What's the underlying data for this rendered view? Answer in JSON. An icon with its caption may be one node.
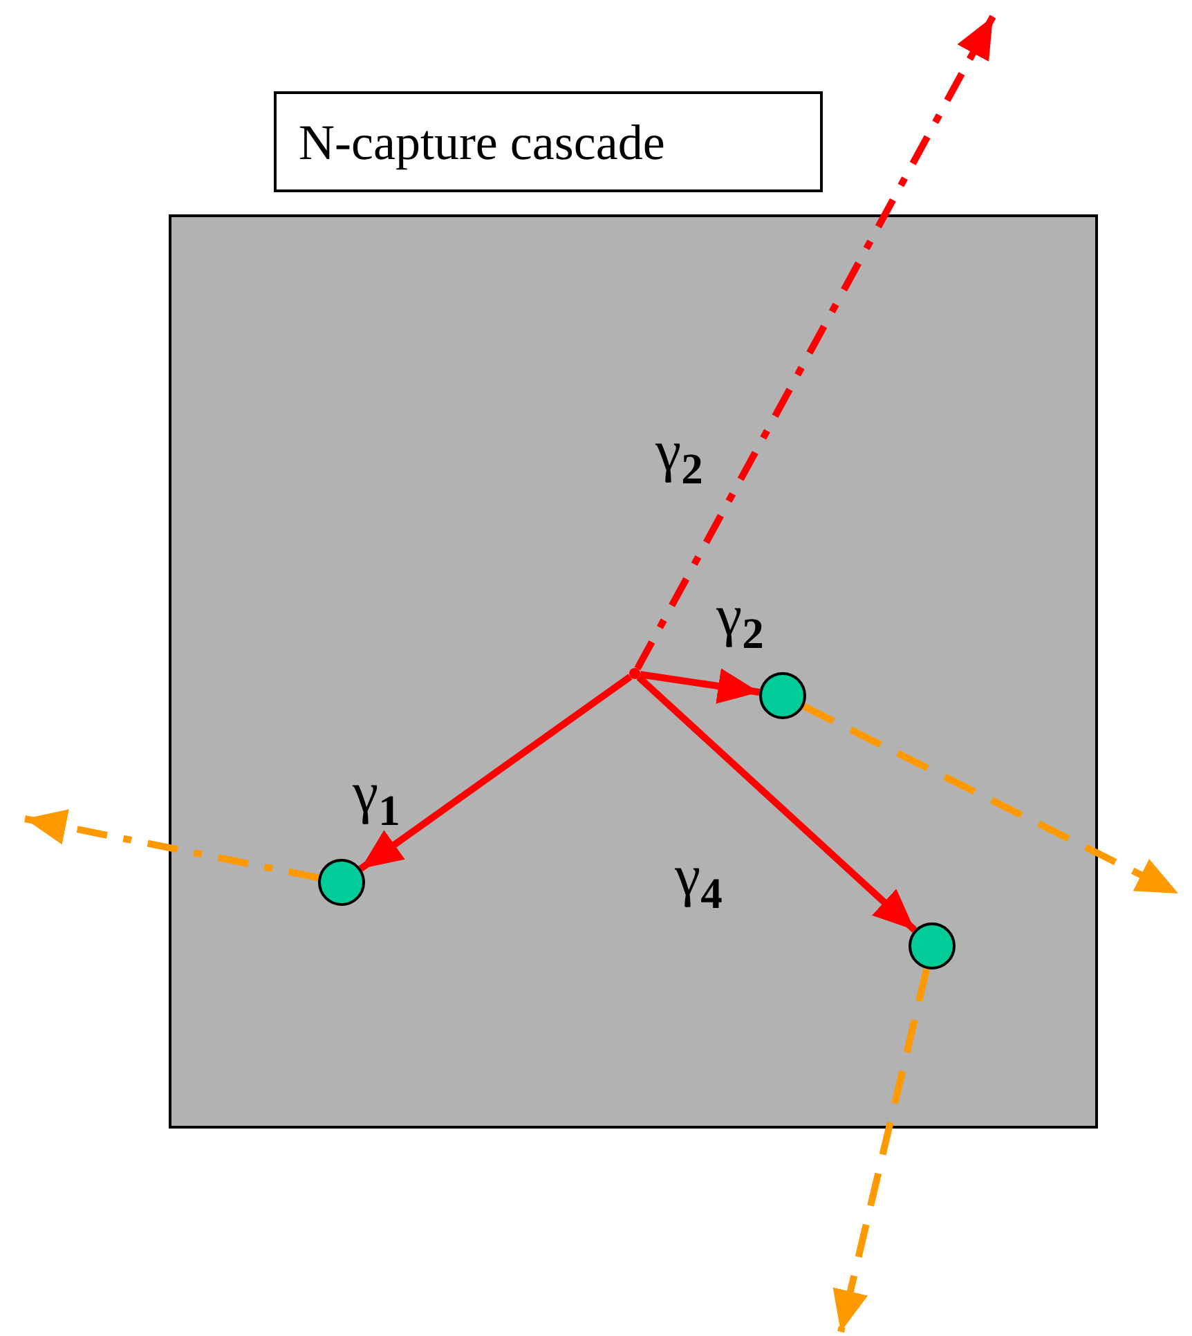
{
  "diagram": {
    "nodes": [
      {
        "text": [
          "N-capture cascade"
        ]
      },
      {
        "text": [],
        "shape": "box"
      },
      {
        "text": [],
        "shape": "circle",
        "in": 1
      },
      {
        "text": [],
        "shape": "point",
        "in": 1
      },
      {
        "text": [],
        "shape": "circle",
        "in": 1
      },
      {
        "text": [],
        "shape": "circle",
        "in": 1
      }
    ],
    "edges": [
      {
        "from": 3,
        "to": null,
        "arrow": "to",
        "style": "dashed",
        "label": "γ$_{2}$"
      },
      {
        "from": 3,
        "to": 2,
        "arrow": "to",
        "label": "γ$_{1}$"
      },
      {
        "from": 3,
        "to": 4,
        "arrow": "to",
        "label": "γ$_{2}$"
      },
      {
        "from": 3,
        "to": 5,
        "arrow": "to",
        "label": "γ$_{4}$"
      },
      {
        "from": 2,
        "to": null,
        "arrow": "to",
        "style": "dashed",
        "color": "#ff9900"
      },
      {
        "from": 4,
        "to": null,
        "arrow": "to",
        "style": "dashed",
        "color": "#ff9900"
      },
      {
        "from": 5,
        "to": null,
        "arrow": "to",
        "style": "dashed",
        "color": "#ff9900"
      }
    ]
  }
}
